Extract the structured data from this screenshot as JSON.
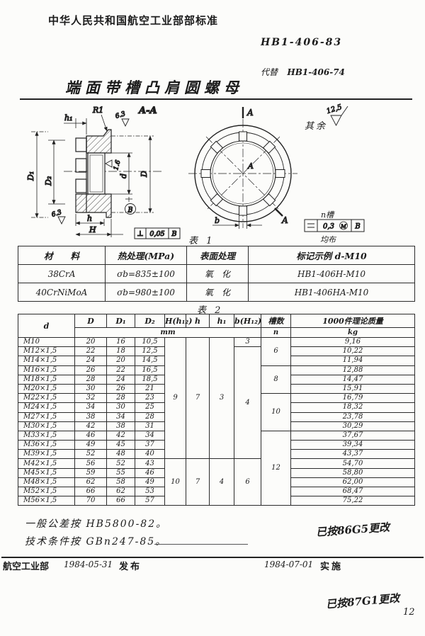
{
  "header": {
    "standard_caption": "中华人民共和国航空工业部部标准",
    "std_no": "HB1-406-83",
    "replaces_label": "代替",
    "replaces_no": "HB1-406-74",
    "title": "端面带槽凸肩圆螺母"
  },
  "drawing": {
    "section_title": "A-A",
    "section_arrow": "A",
    "dim_h1": "h₁",
    "dim_R1": "R1",
    "dim_D1": "D₁",
    "dim_D2": "D₂",
    "dim_d": "d",
    "dim_D": "D",
    "dim_h": "h",
    "dim_H": "H",
    "dim_b": "b",
    "datum": "B",
    "rough_63_top": "6.3",
    "rough_16": "1.6",
    "rough_63_bottom": "6.3",
    "rest_label": "其余",
    "rest_value": "12,5",
    "perp_frame": {
      "sym": "⊥",
      "value": "0,05",
      "datum": "B"
    },
    "slot_frame": {
      "label_top": "n槽",
      "value": "0,3",
      "mod": "M",
      "datum": "B",
      "label_bottom": "均布"
    }
  },
  "table1": {
    "caption": "表 1",
    "headers": [
      "材　　料",
      "热处理(MPa)",
      "表面处理",
      "标记示例  d-M10"
    ],
    "rows": [
      [
        "38CrA",
        "σb=835±100",
        "氧　化",
        "HB1-406H-M10"
      ],
      [
        "40CrNiMoA",
        "σb=980±100",
        "氧　化",
        "HB1-406HA-M10"
      ]
    ]
  },
  "table2": {
    "caption": "表 2",
    "headers": [
      "d",
      "D",
      "D₁",
      "D₂",
      "H(h₁₂)",
      "h",
      "h₁",
      "b(H₁₂)",
      "槽数",
      "1000件理论质量"
    ],
    "sub_mm": "mm",
    "sub_n": "n",
    "sub_kg": "kg",
    "rows": [
      [
        "M10",
        "20",
        "16",
        "10,5",
        "9,16"
      ],
      [
        "M12×1,5",
        "22",
        "18",
        "12,5",
        "10,22"
      ],
      [
        "M14×1,5",
        "24",
        "20",
        "14,5",
        "11,94"
      ],
      [
        "M16×1,5",
        "26",
        "22",
        "16,5",
        "12,88"
      ],
      [
        "M18×1,5",
        "28",
        "24",
        "18,5",
        "14,47"
      ],
      [
        "M20×1,5",
        "30",
        "26",
        "21",
        "15,91"
      ],
      [
        "M22×1,5",
        "32",
        "28",
        "23",
        "16,79"
      ],
      [
        "M24×1,5",
        "34",
        "30",
        "25",
        "18,32"
      ],
      [
        "M27×1,5",
        "38",
        "34",
        "28",
        "23,78"
      ],
      [
        "M30×1,5",
        "42",
        "38",
        "31",
        "30,29"
      ],
      [
        "M33×1,5",
        "46",
        "42",
        "34",
        "37,67"
      ],
      [
        "M36×1,5",
        "49",
        "45",
        "37",
        "39,34"
      ],
      [
        "M39×1,5",
        "52",
        "48",
        "40",
        "43,37"
      ],
      [
        "M42×1,5",
        "56",
        "52",
        "43",
        "54,70"
      ],
      [
        "M45×1,5",
        "59",
        "55",
        "46",
        "58,80"
      ],
      [
        "M48×1,5",
        "62",
        "58",
        "49",
        "62,00"
      ],
      [
        "M52×1,5",
        "66",
        "62",
        "53",
        "68,47"
      ],
      [
        "M56×1,5",
        "70",
        "66",
        "57",
        "75,22"
      ]
    ],
    "groups": {
      "H": [
        {
          "v": "9",
          "from": 0,
          "span": 13
        },
        {
          "v": "10",
          "from": 13,
          "span": 5
        }
      ],
      "h": [
        {
          "v": "7",
          "from": 0,
          "span": 13
        },
        {
          "v": "7",
          "from": 13,
          "span": 5
        }
      ],
      "h1": [
        {
          "v": "3",
          "from": 0,
          "span": 13
        },
        {
          "v": "4",
          "from": 13,
          "span": 5
        }
      ],
      "b": [
        {
          "v": "3",
          "from": 0,
          "span": 1
        },
        {
          "v": "4",
          "from": 1,
          "span": 12
        },
        {
          "v": "6",
          "from": 13,
          "span": 5
        }
      ],
      "n": [
        {
          "v": "6",
          "from": 0,
          "span": 3
        },
        {
          "v": "8",
          "from": 3,
          "span": 3
        },
        {
          "v": "10",
          "from": 6,
          "span": 4
        },
        {
          "v": "12",
          "from": 10,
          "span": 8
        }
      ]
    }
  },
  "notes": {
    "line1": "一般公差按 HB5800-82。",
    "line2": "技术条件按 GBn247-85。"
  },
  "marks": {
    "note_86": "已按86G5更改",
    "note_87": "已按87G1更改",
    "page_no": "12"
  },
  "footer": {
    "org": "航空工业部",
    "issue_date": "1984-05-31",
    "issue_label": "发布",
    "impl_date": "1984-07-01",
    "impl_label": "实施"
  }
}
